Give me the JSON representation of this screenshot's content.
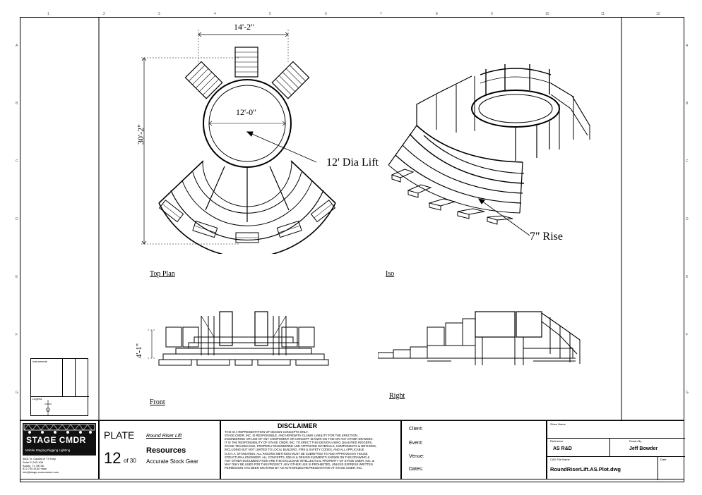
{
  "ruler": {
    "columns": [
      "1",
      "2",
      "3",
      "4",
      "5",
      "6",
      "7",
      "8",
      "9",
      "10",
      "11",
      "12"
    ],
    "rows": [
      "A",
      "B",
      "C",
      "D",
      "E",
      "F",
      "G"
    ]
  },
  "views": {
    "top_plan": "Top Plan",
    "iso": "Iso",
    "front": "Front",
    "right": "Right"
  },
  "dimensions": {
    "width_top": "14'-2\"",
    "inner_dia": "12'-0\"",
    "height_left": "30'-2\"",
    "lift_callout": "12' Dia Lift",
    "rise_callout": "7\" Rise",
    "front_height": "4'-1\""
  },
  "instruments_box": {
    "title": "Instruments",
    "legend_title": "Legend"
  },
  "company": {
    "logo_text": "STAGE CMDR",
    "tagline": "Mobile Staging  Rigging  Lighting",
    "address": [
      "3801 N. Capital of TX Hwy",
      "Suite E-240-108",
      "Austin, Tx 78746",
      "512.730.0130 main",
      "info@stage-commander.com"
    ]
  },
  "plate": {
    "label": "PLATE",
    "subtitle": "Round Riser Lift",
    "number": "12",
    "of_text": "of 30",
    "resources": "Resources",
    "resources_sub": "Accurate Stock Gear"
  },
  "disclaimer": {
    "title": "DISCLAIMER",
    "lines": [
      "THIS IS A REPRESENTATION OF DESIGN CONCEPTS ONLY.",
      "STAGE CMDR, INC. IS RESPONSIBLE, AND HEREWITH CLAIMS LIABILITY FOR THE ERECTION,",
      "ENGINEERING OR USE OF ANY COMPONENT OR CONCEPT SHOWN ON THIS OR ANY OTHER DRAWING.",
      "IT IS THE RESPONSIBILITY OF STAGE CMDR, INC. TO ERECT THIS DESIGN USING QUALIFIED RIGGERS,",
      "STAGE TECHNICIANS, PROPERLY ENGINEERED AND APPROVED MATERIALS, COMPONENTS & METHODS,",
      "INCLUDING BUT NOT LIMITED TO LOCAL BUILDING, FIRE & SAFETY CODES, AND ALL APPLICABLE",
      "O.S.H.A. STANDARDS.  ALL RIGGING METHODS MUST BE SUBMITTED TO AND APPROVED BY HOUSE",
      "STRUCTURAL ENGINEER.  ALL CONCEPTS, IDEAS & DESIGN ELEMENTS SHOWN ON THIS DRAWING &",
      "ANY OTHER DOCUMENTATION ARE THE EXCLUSIVE INTELLECTUAL PROPERTY OF STAGE CMDR, INC. &",
      "MAY ONLY BE USED FOR THIS PROJECT.  ANY OTHER USE IS PROHIBITED, UNLESS EXPRESS WRITTEN",
      "PERMISSION HAS BEEN GRANTED BY AN AUTHORIZED REPRESENTATIVE AT STAGE CMDR, INC."
    ]
  },
  "fields": {
    "client": "Client:",
    "event": "Event:",
    "venue": "Venue:",
    "dates": "Dates:"
  },
  "info": {
    "show_name_label": "Show Name",
    "reference_label": "Reference",
    "reference_value": "AS R&D",
    "drawn_by_label": "Drawn By",
    "drawn_by_value": "Jeff Bowder",
    "cad_label": "CAD File Name",
    "cad_value": "RoundRiserLift.AS.Plot.dwg",
    "date_label": "Date"
  }
}
